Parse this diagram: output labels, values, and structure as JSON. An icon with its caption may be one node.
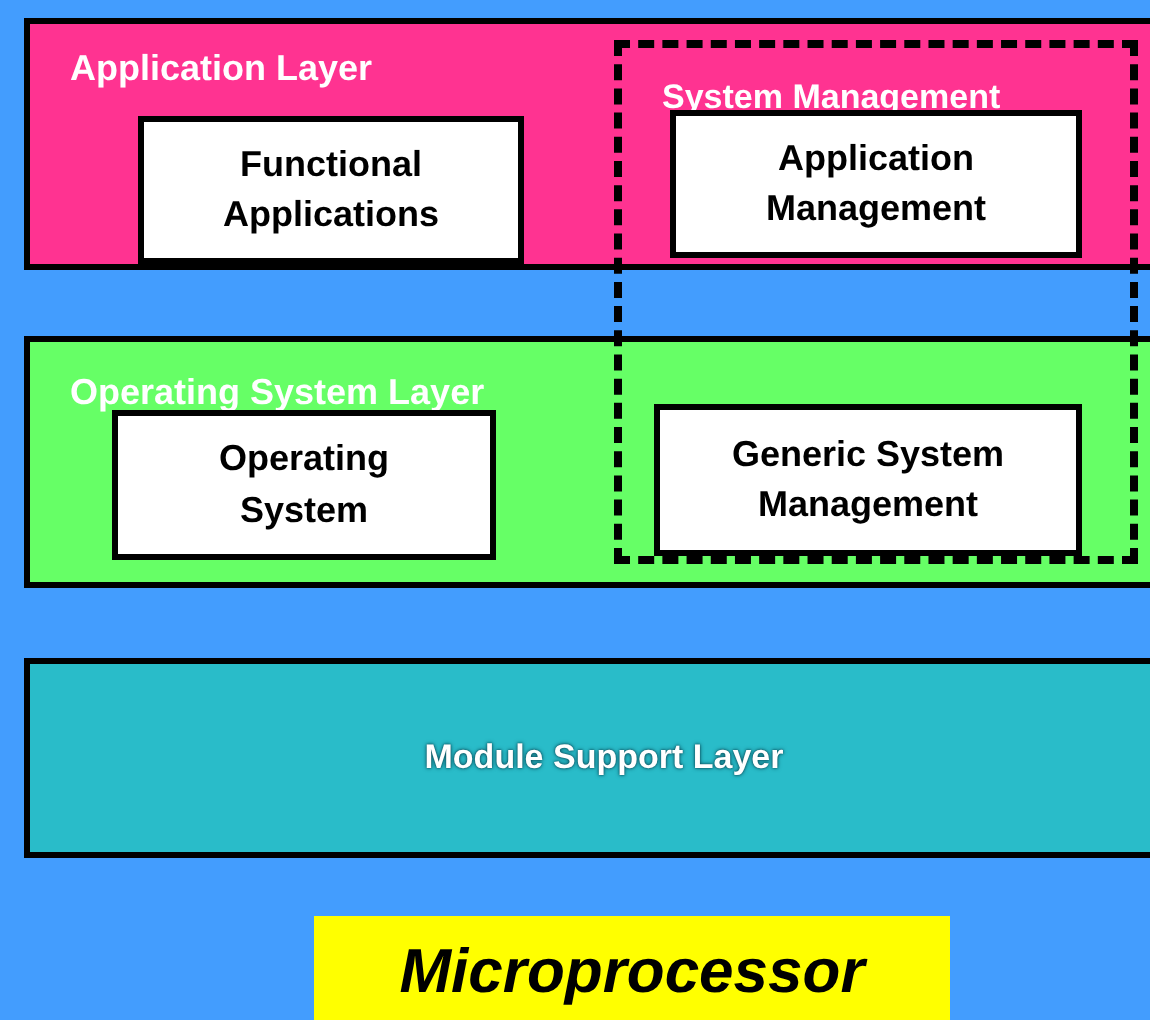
{
  "diagram": {
    "nodes": [
      {
        "text": [
          "Application Layer"
        ]
      },
      {
        "text": [
          "Functional Applications"
        ],
        "in": 0
      },
      {
        "text": [
          "System Management"
        ]
      },
      {
        "text": [
          "Application Management"
        ]
      },
      {
        "text": [
          "Operating System Layer"
        ]
      },
      {
        "text": [
          "Operating System"
        ],
        "in": 4
      },
      {
        "text": [
          "Generic System Management"
        ]
      },
      {
        "text": [
          "Module Support Layer"
        ]
      },
      {
        "text": [
          "Microprocessor"
        ]
      }
    ]
  }
}
